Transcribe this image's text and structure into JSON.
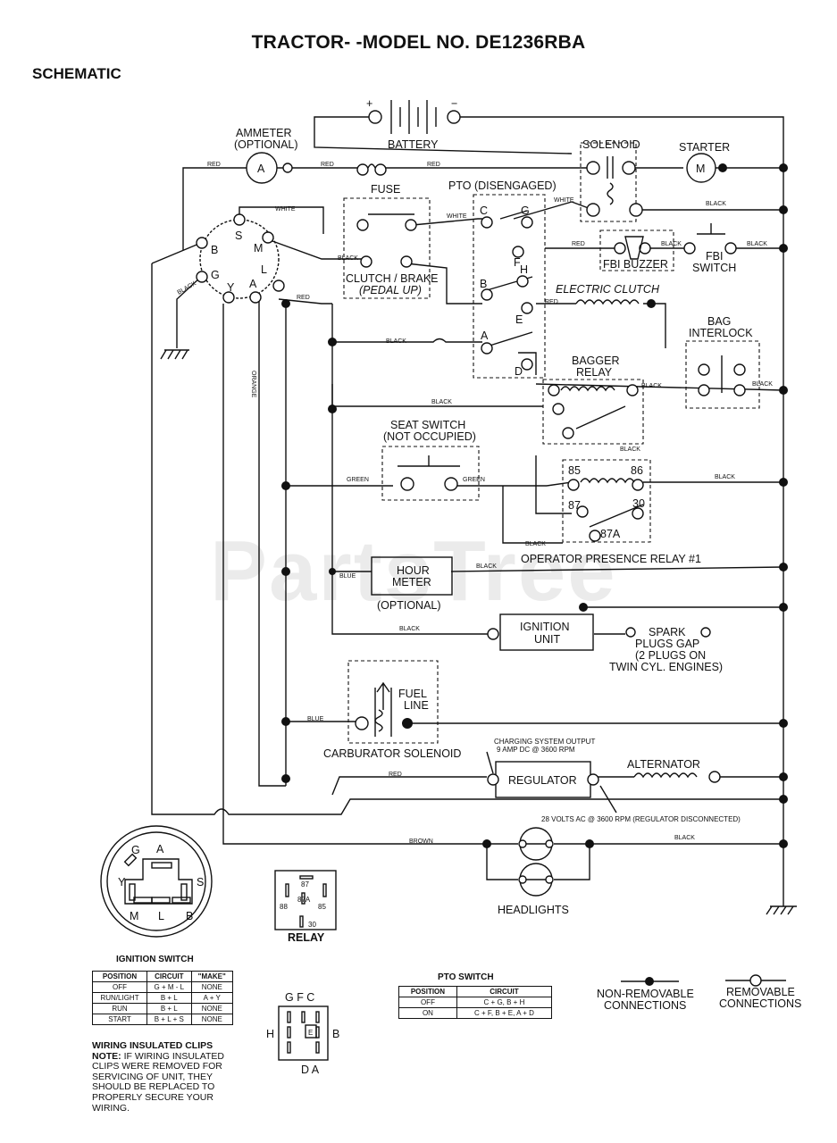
{
  "header": {
    "title": "TRACTOR- -MODEL NO. DE1236RBA",
    "subtitle": "SCHEMATIC"
  },
  "watermark": "PartsTree",
  "components": {
    "battery": "BATTERY",
    "battery_plus": "+",
    "battery_minus": "−",
    "ammeter_line1": "AMMETER",
    "ammeter_line2": "(OPTIONAL)",
    "ammeter_symbol": "A",
    "fuse": "FUSE",
    "pto": "PTO (DISENGAGED)",
    "solenoid": "SOLENOID",
    "starter": "STARTER",
    "starter_symbol": "M",
    "clutch_brake_line1": "CLUTCH / BRAKE",
    "clutch_brake_line2": "(PEDAL UP)",
    "fbi_buzzer": "FBI BUZZER",
    "fbi_switch_line1": "FBI",
    "fbi_switch_line2": "SWITCH",
    "electric_clutch": "ELECTRIC CLUTCH",
    "bag_interlock_line1": "BAG",
    "bag_interlock_line2": "INTERLOCK",
    "bagger_relay_line1": "BAGGER",
    "bagger_relay_line2": "RELAY",
    "seat_switch_line1": "SEAT SWITCH",
    "seat_switch_line2": "(NOT OCCUPIED)",
    "operator_relay": "OPERATOR PRESENCE RELAY #1",
    "hour_meter_line1": "HOUR",
    "hour_meter_line2": "METER",
    "hour_meter_optional": "(OPTIONAL)",
    "ignition_unit_line1": "IGNITION",
    "ignition_unit_line2": "UNIT",
    "spark_line1": "SPARK",
    "spark_line2": "PLUGS GAP",
    "spark_line3": "(2 PLUGS ON",
    "spark_line4": "TWIN CYL. ENGINES)",
    "fuel_line1": "FUEL",
    "fuel_line2": "LINE",
    "carburetor_solenoid": "CARBURATOR SOLENOID",
    "charging_note_line1": "CHARGING SYSTEM OUTPUT",
    "charging_note_line2": "9 AMP DC @ 3600 RPM",
    "regulator": "REGULATOR",
    "alternator": "ALTERNATOR",
    "ac_note": "28 VOLTS AC @ 3600 RPM (REGULATOR DISCONNECTED)",
    "headlights": "HEADLIGHTS",
    "relay_caption": "RELAY"
  },
  "wire_labels": {
    "red": "RED",
    "white": "WHITE",
    "black": "BLACK",
    "orange": "ORANGE",
    "green": "GREEN",
    "blue": "BLUE",
    "brown": "BROWN"
  },
  "terminals": {
    "switch": [
      "B",
      "S",
      "M",
      "G",
      "Y",
      "A",
      "L"
    ],
    "pto": [
      "C",
      "G",
      "F",
      "H",
      "B",
      "E",
      "A",
      "D"
    ],
    "relay": [
      "85",
      "86",
      "87",
      "30",
      "87A"
    ]
  },
  "ignition_diagram": {
    "letters": [
      "G",
      "A",
      "Y",
      "S",
      "M",
      "L",
      "B"
    ],
    "caption": "IGNITION SWITCH"
  },
  "relay_diagram": {
    "pins": [
      "87",
      "88",
      "87A",
      "85",
      "30"
    ]
  },
  "pto_pinout": {
    "letters": [
      "G F C",
      "H",
      "B",
      "E",
      "D A"
    ]
  },
  "ignition_table": {
    "headers": [
      "POSITION",
      "CIRCUIT",
      "\"MAKE\""
    ],
    "rows": [
      [
        "OFF",
        "G + M - L",
        "NONE"
      ],
      [
        "RUN/LIGHT",
        "B + L",
        "A + Y"
      ],
      [
        "RUN",
        "B + L",
        "NONE"
      ],
      [
        "START",
        "B + L + S",
        "NONE"
      ]
    ]
  },
  "pto_table": {
    "caption": "PTO SWITCH",
    "headers": [
      "POSITION",
      "CIRCUIT"
    ],
    "rows": [
      [
        "OFF",
        "C + G, B + H"
      ],
      [
        "ON",
        "C + F, B + E, A + D"
      ]
    ]
  },
  "legend": {
    "non_removable_line1": "NON-REMOVABLE",
    "non_removable_line2": "CONNECTIONS",
    "removable_line1": "REMOVABLE",
    "removable_line2": "CONNECTIONS"
  },
  "note": {
    "heading": "WIRING INSULATED CLIPS",
    "label": "NOTE:",
    "text": "IF WIRING INSULATED CLIPS WERE REMOVED FOR SERVICING OF UNIT, THEY SHOULD BE REPLACED TO PROPERLY SECURE YOUR WIRING."
  }
}
